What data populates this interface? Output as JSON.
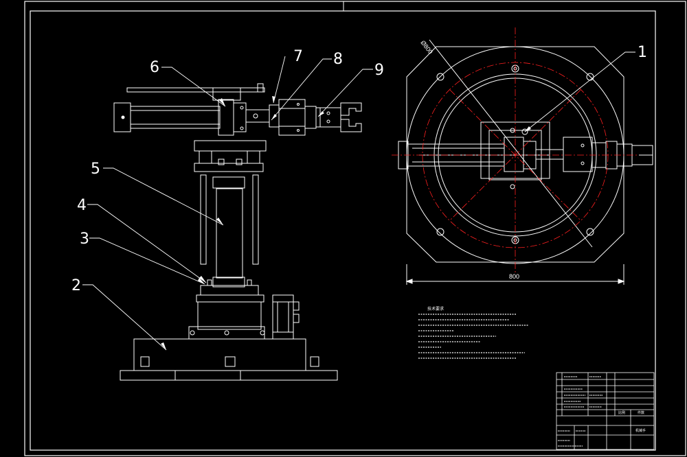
{
  "drawing": {
    "callouts": [
      "1",
      "2",
      "3",
      "4",
      "5",
      "6",
      "7",
      "8",
      "9"
    ],
    "dimensions": {
      "diameter": "Ø800",
      "width": "800"
    },
    "notes_title": "技术要求",
    "title_block": {
      "cell_a": "机械手",
      "cell_b": "比例",
      "cell_c": "件数"
    },
    "colors": {
      "background": "#000000",
      "line": "#ffffff",
      "center_line": "#ff2020"
    }
  }
}
